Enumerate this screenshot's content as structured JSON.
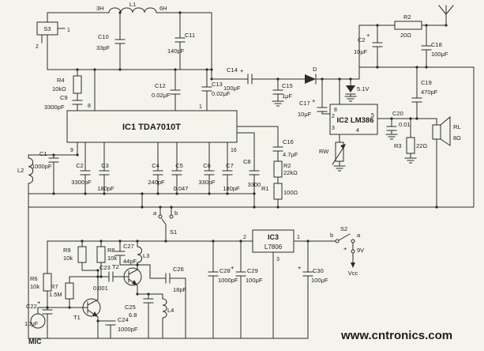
{
  "watermark": {
    "text": "www.cntronics.com",
    "color": "#8dc63f"
  },
  "mic": {
    "label": "MIC"
  },
  "power": {
    "battery": "9V",
    "vcc": "Vcc",
    "plus": "+"
  },
  "diode": {
    "label": "D",
    "zener": "5.1V"
  },
  "transistors": {
    "t1": "T1",
    "t2": "T2"
  },
  "ics": {
    "ic1": {
      "label": "IC1  TDA7010T",
      "pin8": "8",
      "pin1": "1",
      "pin9": "9",
      "pin16": "16"
    },
    "ic2": {
      "label": "IC2  LM386",
      "pin8": "8",
      "pin2": "2",
      "pin3": "3",
      "pin4": "4",
      "pin5": "5"
    },
    "ic3": {
      "name": "IC3",
      "part": "L7806",
      "pin1": "1",
      "pin2": "2",
      "pin3": "3"
    }
  },
  "switches": {
    "s1": {
      "label": "S1",
      "a": "a",
      "b": "b"
    },
    "s2": {
      "label": "S2",
      "a": "a",
      "b": "b"
    },
    "s3": {
      "label": "S3",
      "pin1": "1",
      "pin2": "2"
    }
  },
  "inductors": {
    "l1": {
      "ref": "L1",
      "tapLeft": "3H",
      "tapRight": "6H"
    },
    "l2": {
      "ref": "L2"
    },
    "l3": {
      "ref": "L3"
    },
    "l4": {
      "ref": "L4"
    }
  },
  "resistors": {
    "r1": {
      "ref": "R1",
      "value": "100Ω"
    },
    "r2if": {
      "ref": "R2",
      "value": "22kΩ"
    },
    "r2ant": {
      "ref": "R2",
      "value": "20Ω"
    },
    "r3": {
      "ref": "R3",
      "value": "22Ω"
    },
    "r4": {
      "ref": "R4",
      "value": "10kΩ"
    },
    "r6": {
      "ref": "R6",
      "value": "10k"
    },
    "r7": {
      "ref": "R7",
      "value": "1.5M"
    },
    "r8": {
      "ref": "R8",
      "value": "10k"
    },
    "r9": {
      "ref": "R9",
      "value": "10k"
    },
    "rw": {
      "ref": "RW"
    },
    "rl": {
      "ref": "RL",
      "value": "8Ω"
    }
  },
  "capacitors": {
    "c1": {
      "ref": "C1",
      "value": "1000pF"
    },
    "c2row": {
      "ref": "C2",
      "value": "3300pF"
    },
    "c2ant": {
      "ref": "C2",
      "value": "10μF"
    },
    "c3": {
      "ref": "C3",
      "value": "180pF"
    },
    "c4": {
      "ref": "C4",
      "value": "240pF"
    },
    "c5": {
      "ref": "C5",
      "value": "0.047"
    },
    "c6": {
      "ref": "C6",
      "value": "330pF"
    },
    "c7": {
      "ref": "C7",
      "value": "180pF"
    },
    "c8": {
      "ref": "C8",
      "value": "3300"
    },
    "c9": {
      "ref": "C9",
      "value": "3300pF"
    },
    "c10": {
      "ref": "C10",
      "value": "33pF"
    },
    "c11": {
      "ref": "C11",
      "value": "140pF"
    },
    "c12": {
      "ref": "C12",
      "value": "0.02μF"
    },
    "c13": {
      "ref": "C13",
      "value": "0.02μF"
    },
    "c14": {
      "ref": "C14",
      "value": "100μF"
    },
    "c15": {
      "ref": "C15",
      "value": "1μF"
    },
    "c16": {
      "ref": "C16",
      "value": "4.7μF"
    },
    "c17": {
      "ref": "C17",
      "value": "10μF"
    },
    "c18": {
      "ref": "C18",
      "value": "100μF"
    },
    "c19": {
      "ref": "C19",
      "value": "470pF"
    },
    "c20": {
      "ref": "C20",
      "value": "0.01"
    },
    "c22": {
      "ref": "C22",
      "value": "10μF"
    },
    "c23": {
      "ref": "C23",
      "value": "0.001"
    },
    "c24": {
      "ref": "C24",
      "value": "1000pF"
    },
    "c25": {
      "ref": "C25",
      "value": "6.8"
    },
    "c26": {
      "ref": "C26",
      "value": "18pF"
    },
    "c27": {
      "ref": "C27",
      "value": "44pF"
    },
    "c28": {
      "ref": "C28",
      "value": "1000pF"
    },
    "c29": {
      "ref": "C29",
      "value": "100μF"
    },
    "c30": {
      "ref": "C30",
      "value": "100μF"
    }
  }
}
